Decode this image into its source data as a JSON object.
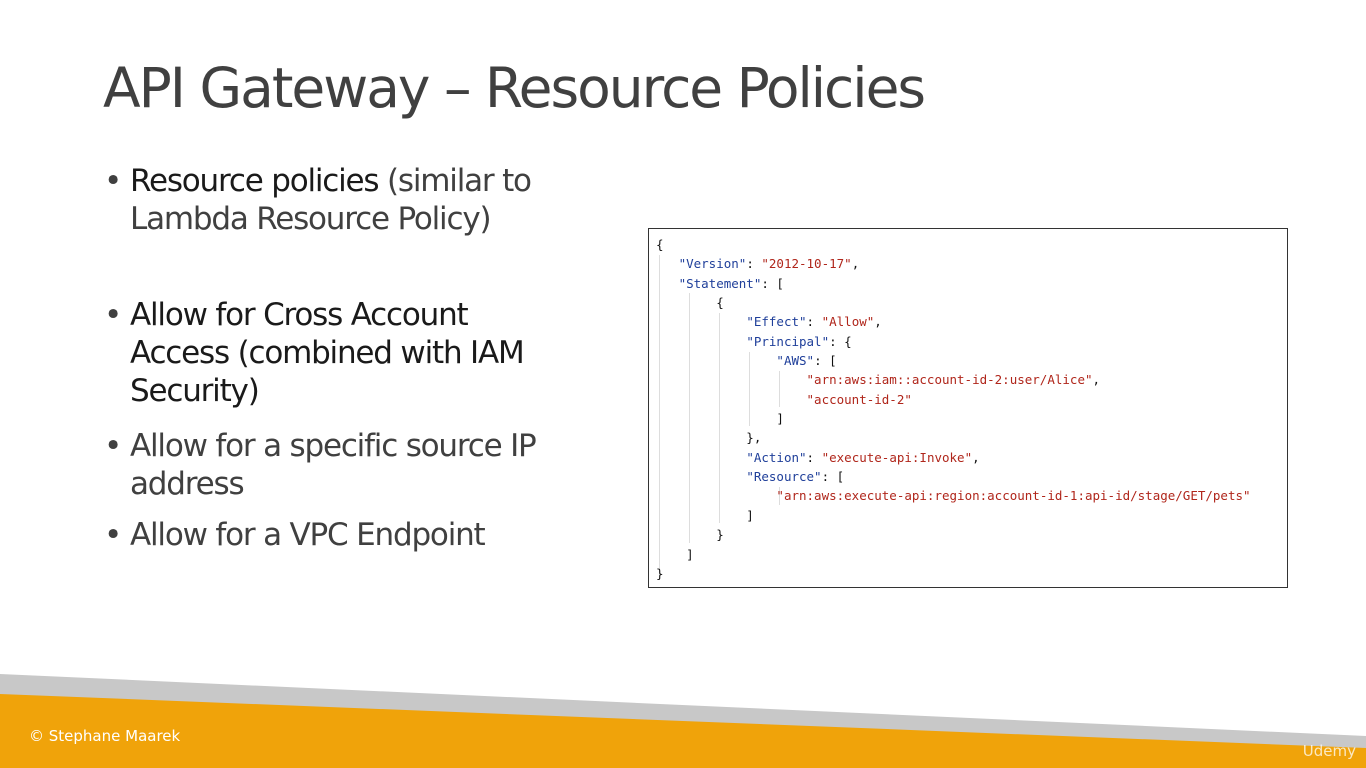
{
  "slide": {
    "title": "API Gateway – Resource Policies",
    "bullet_symbol": "•",
    "bullets": [
      {
        "emphasis": "Resource policies",
        "text": " (similar to Lambda Resource Policy)"
      },
      {
        "emphasis": "Allow for Cross Account Access (combined with IAM Security)",
        "text": ""
      },
      {
        "emphasis": "",
        "text": "Allow for a specific source IP address"
      },
      {
        "emphasis": "",
        "text": "Allow for a VPC Endpoint"
      }
    ]
  },
  "policy_code": {
    "lines": [
      [
        {
          "t": "{",
          "c": "p"
        }
      ],
      [
        {
          "t": "   ",
          "c": "p"
        },
        {
          "t": "\"Version\"",
          "c": "k"
        },
        {
          "t": ": ",
          "c": "p"
        },
        {
          "t": "\"2012-10-17\"",
          "c": "s"
        },
        {
          "t": ",",
          "c": "p"
        }
      ],
      [
        {
          "t": "   ",
          "c": "p"
        },
        {
          "t": "\"Statement\"",
          "c": "k"
        },
        {
          "t": ": [",
          "c": "p"
        }
      ],
      [
        {
          "t": "        {",
          "c": "p"
        }
      ],
      [
        {
          "t": "            ",
          "c": "p"
        },
        {
          "t": "\"Effect\"",
          "c": "k"
        },
        {
          "t": ": ",
          "c": "p"
        },
        {
          "t": "\"Allow\"",
          "c": "s"
        },
        {
          "t": ",",
          "c": "p"
        }
      ],
      [
        {
          "t": "            ",
          "c": "p"
        },
        {
          "t": "\"Principal\"",
          "c": "k"
        },
        {
          "t": ": {",
          "c": "p"
        }
      ],
      [
        {
          "t": "                ",
          "c": "p"
        },
        {
          "t": "\"AWS\"",
          "c": "k"
        },
        {
          "t": ": [",
          "c": "p"
        }
      ],
      [
        {
          "t": "                    ",
          "c": "p"
        },
        {
          "t": "\"arn:aws:iam::account-id-2:user/Alice\"",
          "c": "s"
        },
        {
          "t": ",",
          "c": "p"
        }
      ],
      [
        {
          "t": "                    ",
          "c": "p"
        },
        {
          "t": "\"account-id-2\"",
          "c": "s"
        }
      ],
      [
        {
          "t": "                ]",
          "c": "p"
        }
      ],
      [
        {
          "t": "            },",
          "c": "p"
        }
      ],
      [
        {
          "t": "            ",
          "c": "p"
        },
        {
          "t": "\"Action\"",
          "c": "k"
        },
        {
          "t": ": ",
          "c": "p"
        },
        {
          "t": "\"execute-api:Invoke\"",
          "c": "s"
        },
        {
          "t": ",",
          "c": "p"
        }
      ],
      [
        {
          "t": "            ",
          "c": "p"
        },
        {
          "t": "\"Resource\"",
          "c": "k"
        },
        {
          "t": ": [",
          "c": "p"
        }
      ],
      [
        {
          "t": "                ",
          "c": "p"
        },
        {
          "t": "\"arn:aws:execute-api:region:account-id-1:api-id/stage/GET/pets\"",
          "c": "s"
        }
      ],
      [
        {
          "t": "            ]",
          "c": "p"
        }
      ],
      [
        {
          "t": "        }",
          "c": "p"
        }
      ],
      [
        {
          "t": "    ]",
          "c": "p"
        }
      ],
      [
        {
          "t": "}",
          "c": "p"
        }
      ]
    ]
  },
  "footer": {
    "copyright": "© Stephane Maarek",
    "watermark": "Udemy"
  },
  "colors": {
    "title_text": "#404040",
    "body_text": "#404040",
    "json_key": "#1f3f9a",
    "json_string": "#b0261b",
    "footer_orange": "#f0a30a",
    "footer_gray": "#c8c8c8"
  }
}
